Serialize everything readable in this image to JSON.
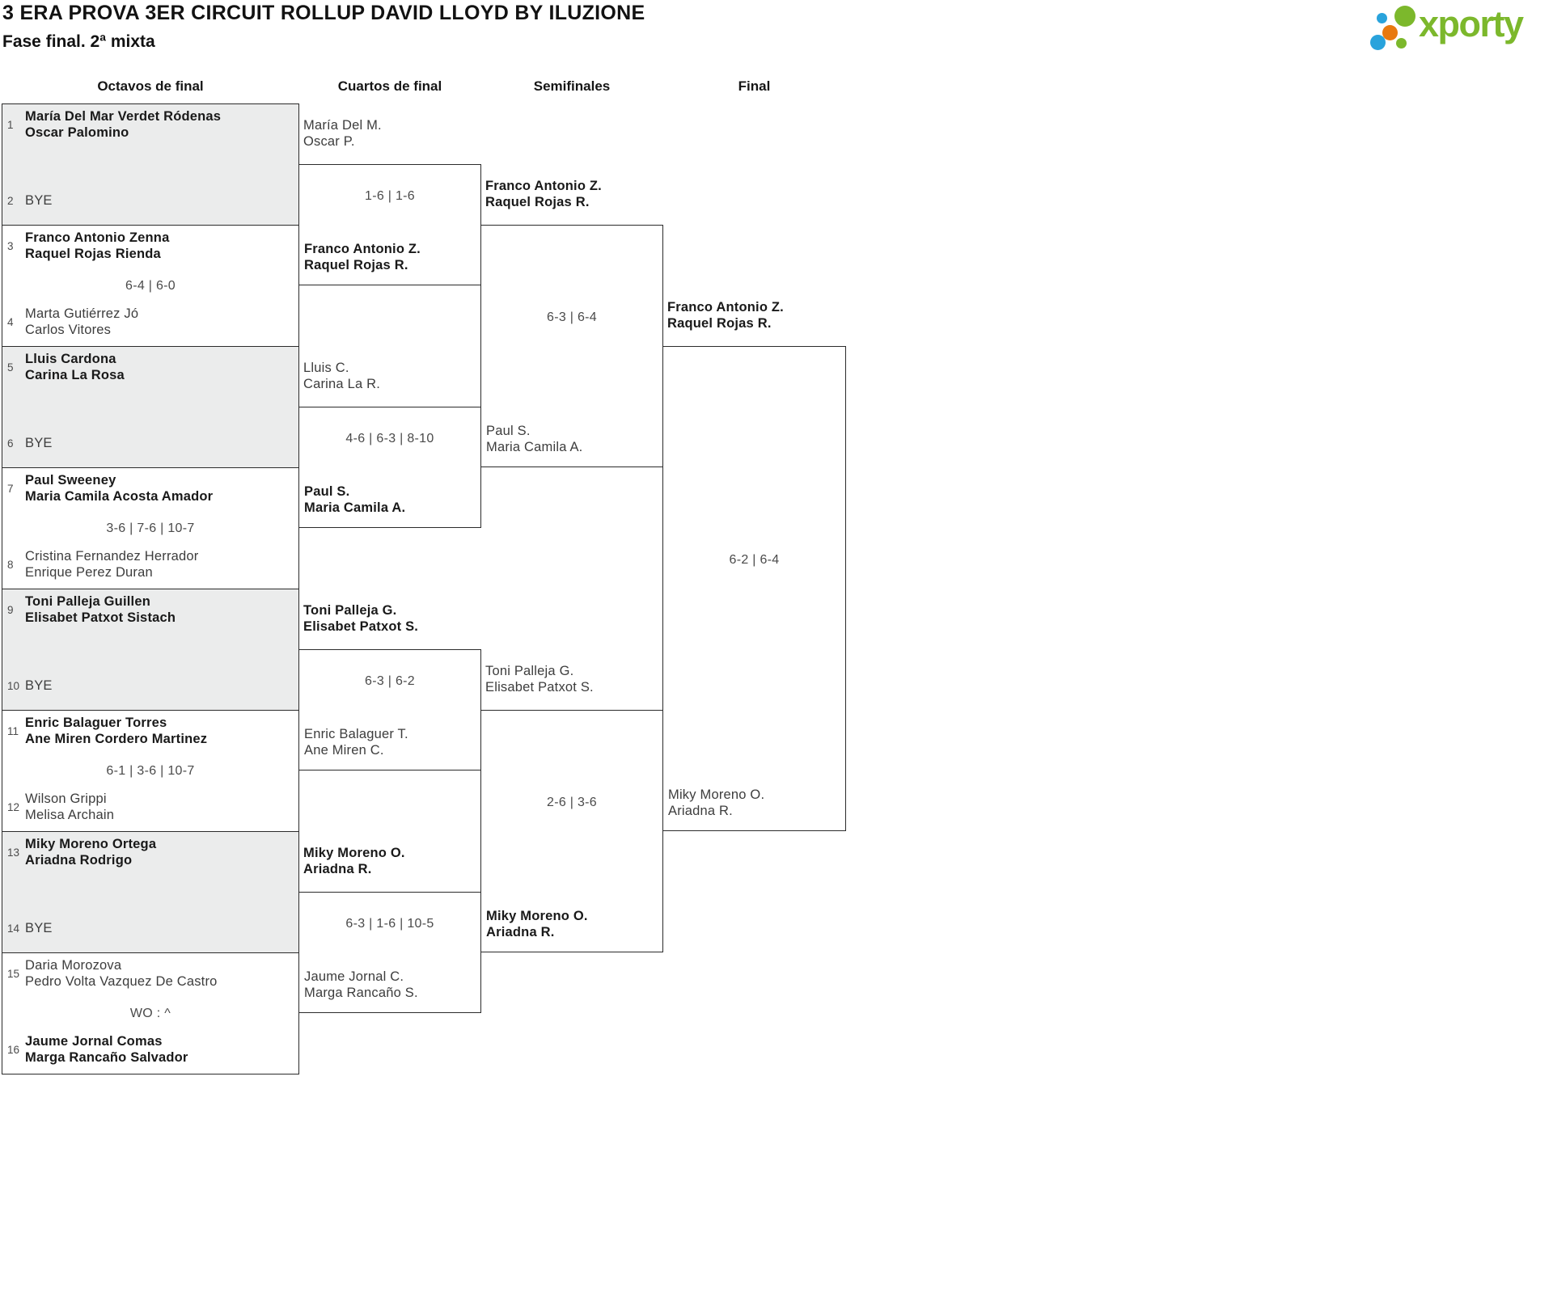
{
  "header": {
    "title": "3 ERA PROVA 3ER CIRCUIT ROLLUP DAVID LLOYD BY ILUZIONE",
    "subtitle": "Fase final. 2ª mixta"
  },
  "logo": {
    "text": "xporty",
    "colors": {
      "green": "#7cb82c",
      "blue": "#29a3dc",
      "orange": "#e8790f"
    }
  },
  "rounds": [
    "Octavos de final",
    "Cuartos de final",
    "Semifinales",
    "Final"
  ],
  "octavos": [
    {
      "seedA": "1",
      "teamA": [
        "María Del Mar Verdet Ródenas",
        "Oscar Palomino"
      ],
      "score": "",
      "seedB": "2",
      "teamB": [
        "BYE"
      ]
    },
    {
      "seedA": "3",
      "teamA": [
        "Franco Antonio Zenna",
        "Raquel Rojas Rienda"
      ],
      "score": "6-4 | 6-0",
      "seedB": "4",
      "teamB": [
        "Marta Gutiérrez Jó",
        "Carlos Vitores"
      ]
    },
    {
      "seedA": "5",
      "teamA": [
        "Lluis Cardona",
        "Carina La Rosa"
      ],
      "score": "",
      "seedB": "6",
      "teamB": [
        "BYE"
      ]
    },
    {
      "seedA": "7",
      "teamA": [
        "Paul Sweeney",
        "Maria Camila Acosta Amador"
      ],
      "score": "3-6 | 7-6 | 10-7",
      "seedB": "8",
      "teamB": [
        "Cristina Fernandez Herrador",
        "Enrique Perez Duran"
      ]
    },
    {
      "seedA": "9",
      "teamA": [
        "Toni Palleja Guillen",
        "Elisabet Patxot Sistach"
      ],
      "score": "",
      "seedB": "10",
      "teamB": [
        "BYE"
      ]
    },
    {
      "seedA": "11",
      "teamA": [
        "Enric Balaguer Torres",
        "Ane Miren Cordero Martinez"
      ],
      "score": "6-1 | 3-6 | 10-7",
      "seedB": "12",
      "teamB": [
        "Wilson Grippi",
        "Melisa Archain"
      ]
    },
    {
      "seedA": "13",
      "teamA": [
        "Miky Moreno Ortega",
        "Ariadna Rodrigo"
      ],
      "score": "",
      "seedB": "14",
      "teamB": [
        "BYE"
      ]
    },
    {
      "seedA": "15",
      "teamA": [
        "Daria Morozova",
        "Pedro Volta Vazquez De Castro"
      ],
      "score": "WO : ^",
      "seedB": "16",
      "teamB": [
        "Jaume Jornal Comas",
        "Marga Rancaño Salvador"
      ]
    }
  ],
  "cuartos": [
    {
      "teamA": [
        "María Del M.",
        "Oscar P."
      ],
      "score": "1-6 | 1-6",
      "teamB": [
        "Franco Antonio Z.",
        "Raquel Rojas R."
      ]
    },
    {
      "teamA": [
        "Lluis C.",
        "Carina La R."
      ],
      "score": "4-6 | 6-3 | 8-10",
      "teamB": [
        "Paul S.",
        "Maria Camila A."
      ]
    },
    {
      "teamA": [
        "Toni Palleja G.",
        "Elisabet Patxot S."
      ],
      "score": "6-3 | 6-2",
      "teamB": [
        "Enric Balaguer T.",
        "Ane Miren C."
      ]
    },
    {
      "teamA": [
        "Miky Moreno O.",
        "Ariadna R."
      ],
      "score": "6-3 | 1-6 | 10-5",
      "teamB": [
        "Jaume Jornal C.",
        "Marga Rancaño S."
      ]
    }
  ],
  "semifinales": [
    {
      "teamA": [
        "Franco Antonio Z.",
        "Raquel Rojas R."
      ],
      "score": "6-3 | 6-4",
      "teamB": [
        "Paul S.",
        "Maria Camila A."
      ]
    },
    {
      "teamA": [
        "Toni Palleja G.",
        "Elisabet Patxot S."
      ],
      "score": "2-6 | 3-6",
      "teamB": [
        "Miky Moreno O.",
        "Ariadna R."
      ]
    }
  ],
  "final": {
    "teamA": [
      "Franco Antonio Z.",
      "Raquel Rojas R."
    ],
    "score": "6-2 | 6-4",
    "teamB": [
      "Miky Moreno O.",
      "Ariadna R."
    ]
  }
}
